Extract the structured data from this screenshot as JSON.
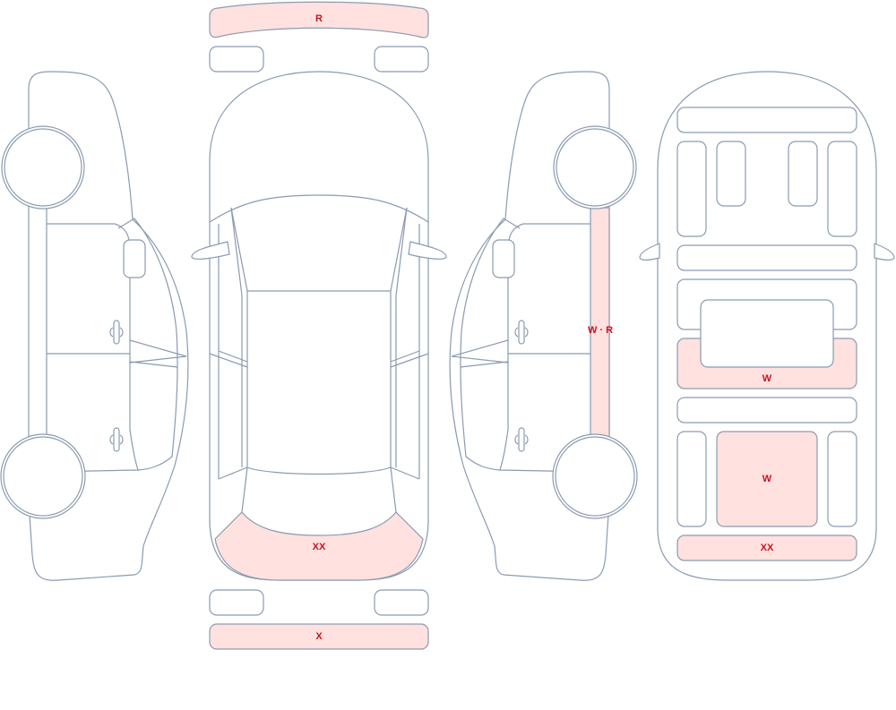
{
  "colors": {
    "outline": "#8a9bb0",
    "damage_fill": "#ffe1df",
    "label": "#c8141e"
  },
  "labels": {
    "roof_bar": "R",
    "rear_bumper": "XX",
    "rear_bar": "X",
    "right_rocker": "W · R",
    "floor_panel": "W",
    "trunk_panel": "W",
    "rear_end_panel": "XX"
  }
}
